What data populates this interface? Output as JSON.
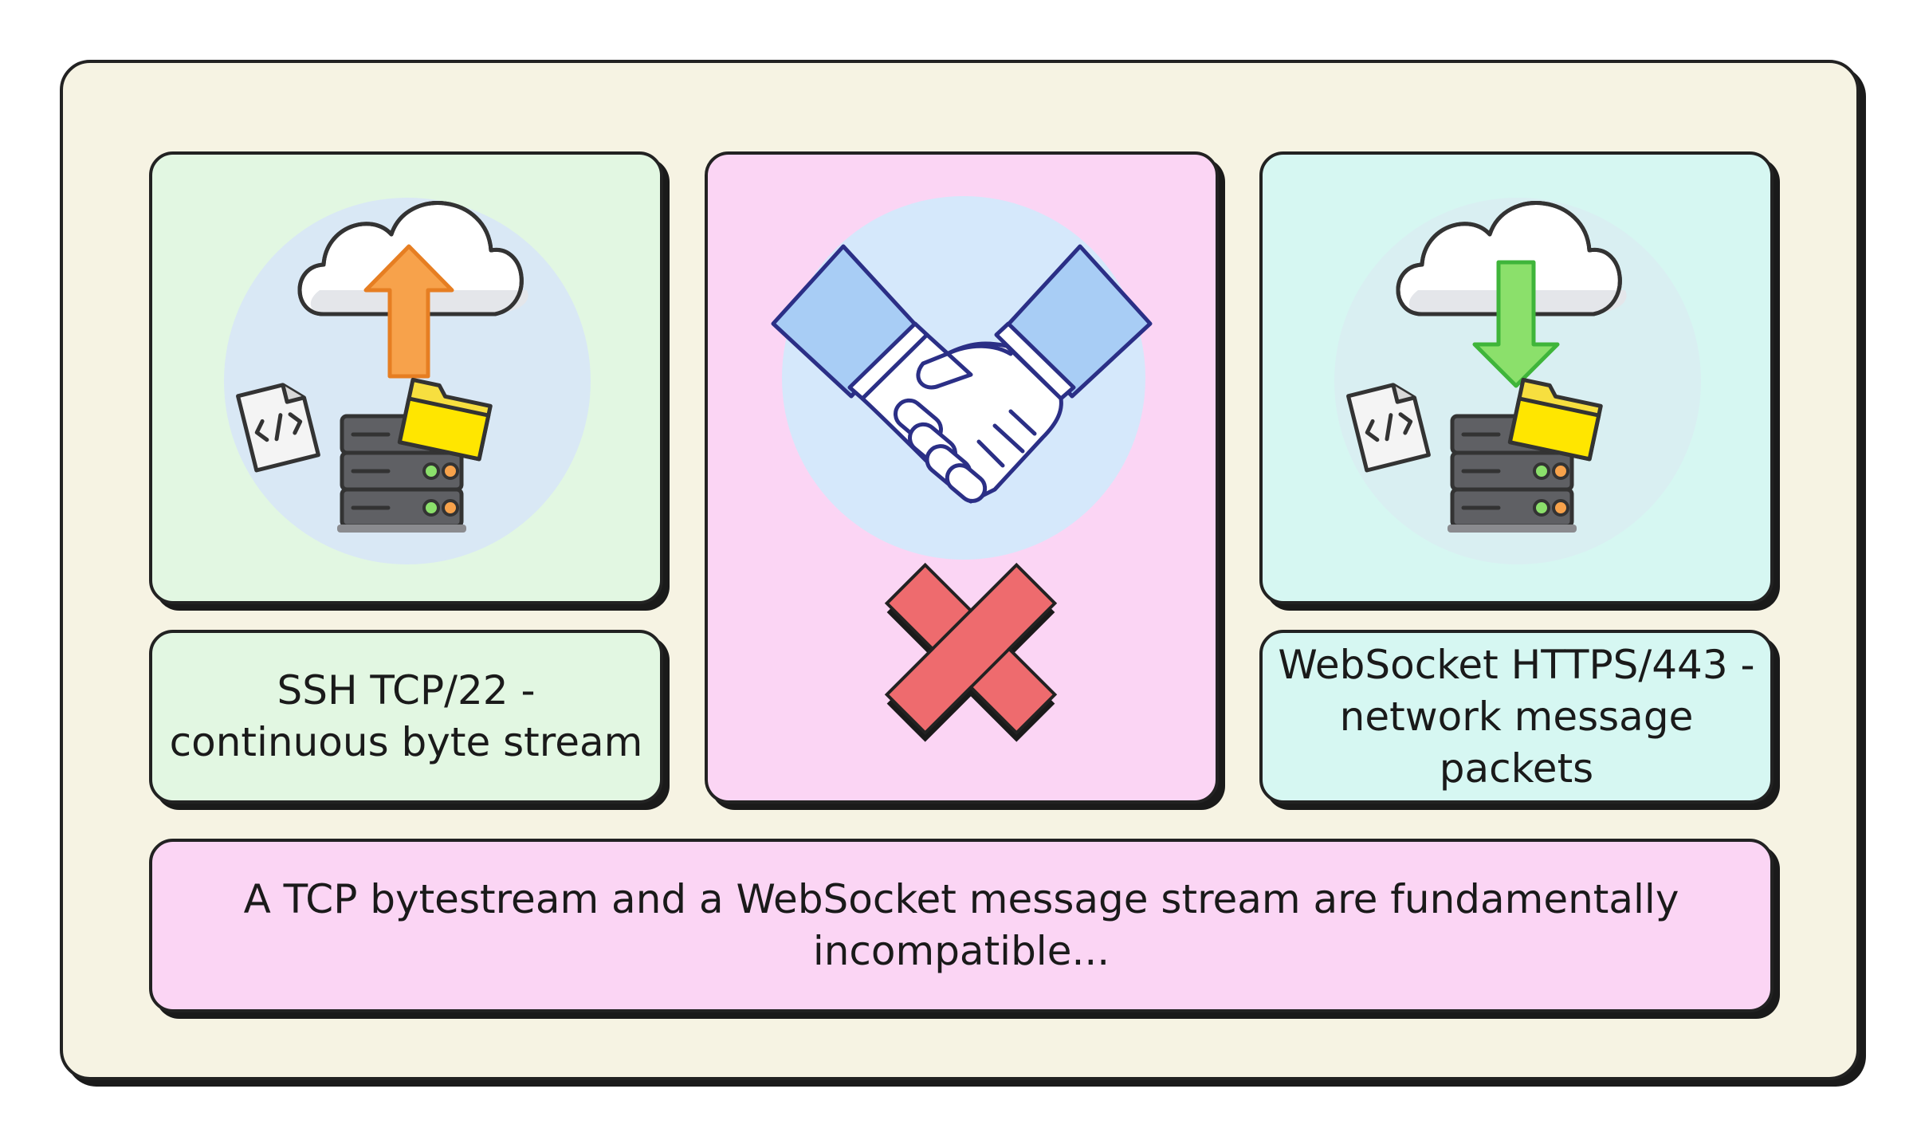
{
  "left_panel": {
    "label": "SSH TCP/22 - continuous byte stream",
    "icon": "cloud-upload-server-icon",
    "accent": "#f7a24b"
  },
  "center_panel": {
    "icon": "handshake-icon",
    "status_icon": "red-x-icon",
    "accent": "#ee6b6e"
  },
  "right_panel": {
    "label": "WebSocket HTTPS/443 - network message packets",
    "icon": "cloud-download-server-icon",
    "accent": "#8be06b"
  },
  "footer": {
    "text": "A TCP bytestream and a WebSocket message stream are fundamentally incompatible..."
  }
}
